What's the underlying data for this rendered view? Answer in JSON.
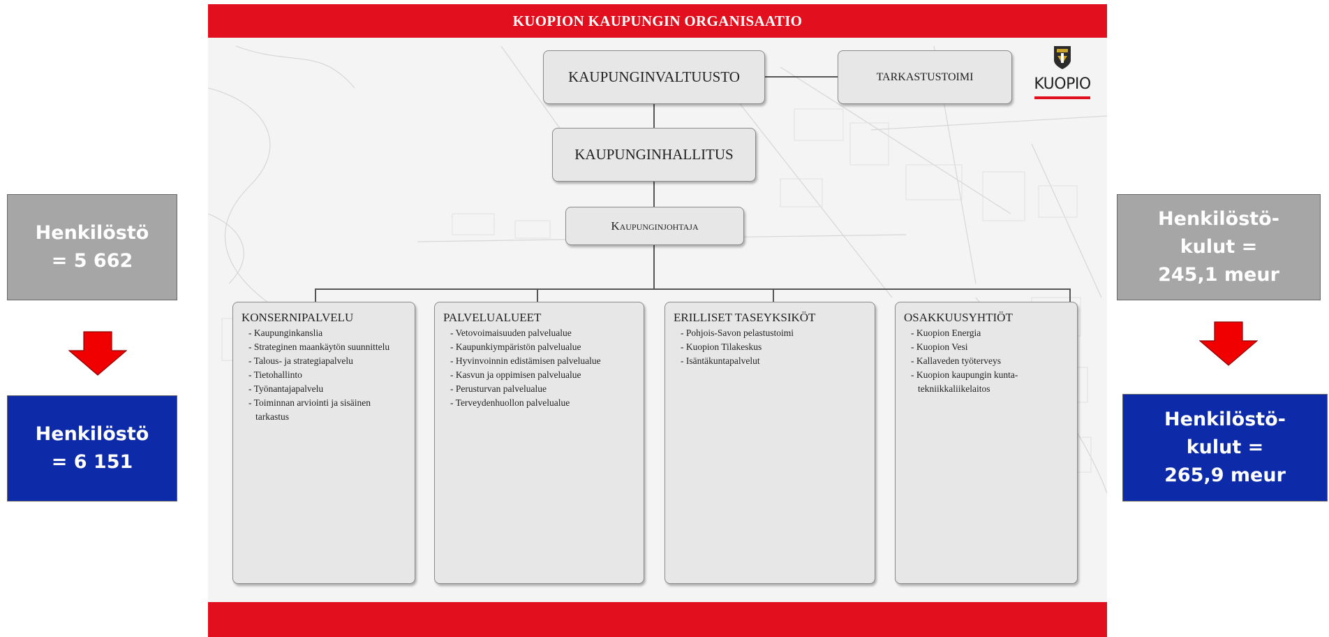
{
  "banner": {
    "title": "KUOPION KAUPUNGIN ORGANISAATIO"
  },
  "logo": {
    "text": "KUOPIO",
    "accent_color": "#e2101e"
  },
  "org": {
    "council": "KAUPUNGINVALTUUSTO",
    "audit": "TARKASTUSTOIMI",
    "board": "KAUPUNGINHALLITUS",
    "mayor": "Kaupunginjohtaja"
  },
  "units": [
    {
      "title": "KONSERNIPALVELU",
      "items": [
        "Kaupunginkanslia",
        "Strateginen maankäytön suunnittelu",
        "Talous- ja strategiapalvelu",
        "Tietohallinto",
        "Työnantajapalvelu",
        "Toiminnan arviointi ja sisäinen tarkastus"
      ]
    },
    {
      "title": "PALVELUALUEET",
      "items": [
        "Vetovoimaisuuden palvelualue",
        "Kaupunkiympäristön palvelualue",
        "Hyvinvoinnin edistämisen palvelualue",
        "Kasvun ja oppimisen palvelualue",
        "Perusturvan palvelualue",
        "Terveydenhuollon palvelualue"
      ]
    },
    {
      "title": "ERILLISET TASEYKSIKÖT",
      "items": [
        "Pohjois-Savon pelastustoimi",
        "Kuopion Tilakeskus",
        "Isäntäkuntapalvelut"
      ]
    },
    {
      "title": "OSAKKUUSYHTIÖT",
      "items": [
        "Kuopion Energia",
        "Kuopion Vesi",
        "Kallaveden työterveys",
        "Kuopion kaupungin kunta-tekniikkaliikelaitos"
      ]
    }
  ],
  "stats": {
    "staff_before": "Henkilöstö = 5 662",
    "staff_after": "Henkilöstö = 6 151",
    "costs_before": "Henkilöstö-kulut = 245,1 meur",
    "costs_after": "Henkilöstö-kulut = 265,9 meur"
  },
  "colors": {
    "banner_red": "#e2101e",
    "arrow_red": "#f00000",
    "stat_gray": "#a6a6a6",
    "stat_blue": "#0d2aa8"
  }
}
